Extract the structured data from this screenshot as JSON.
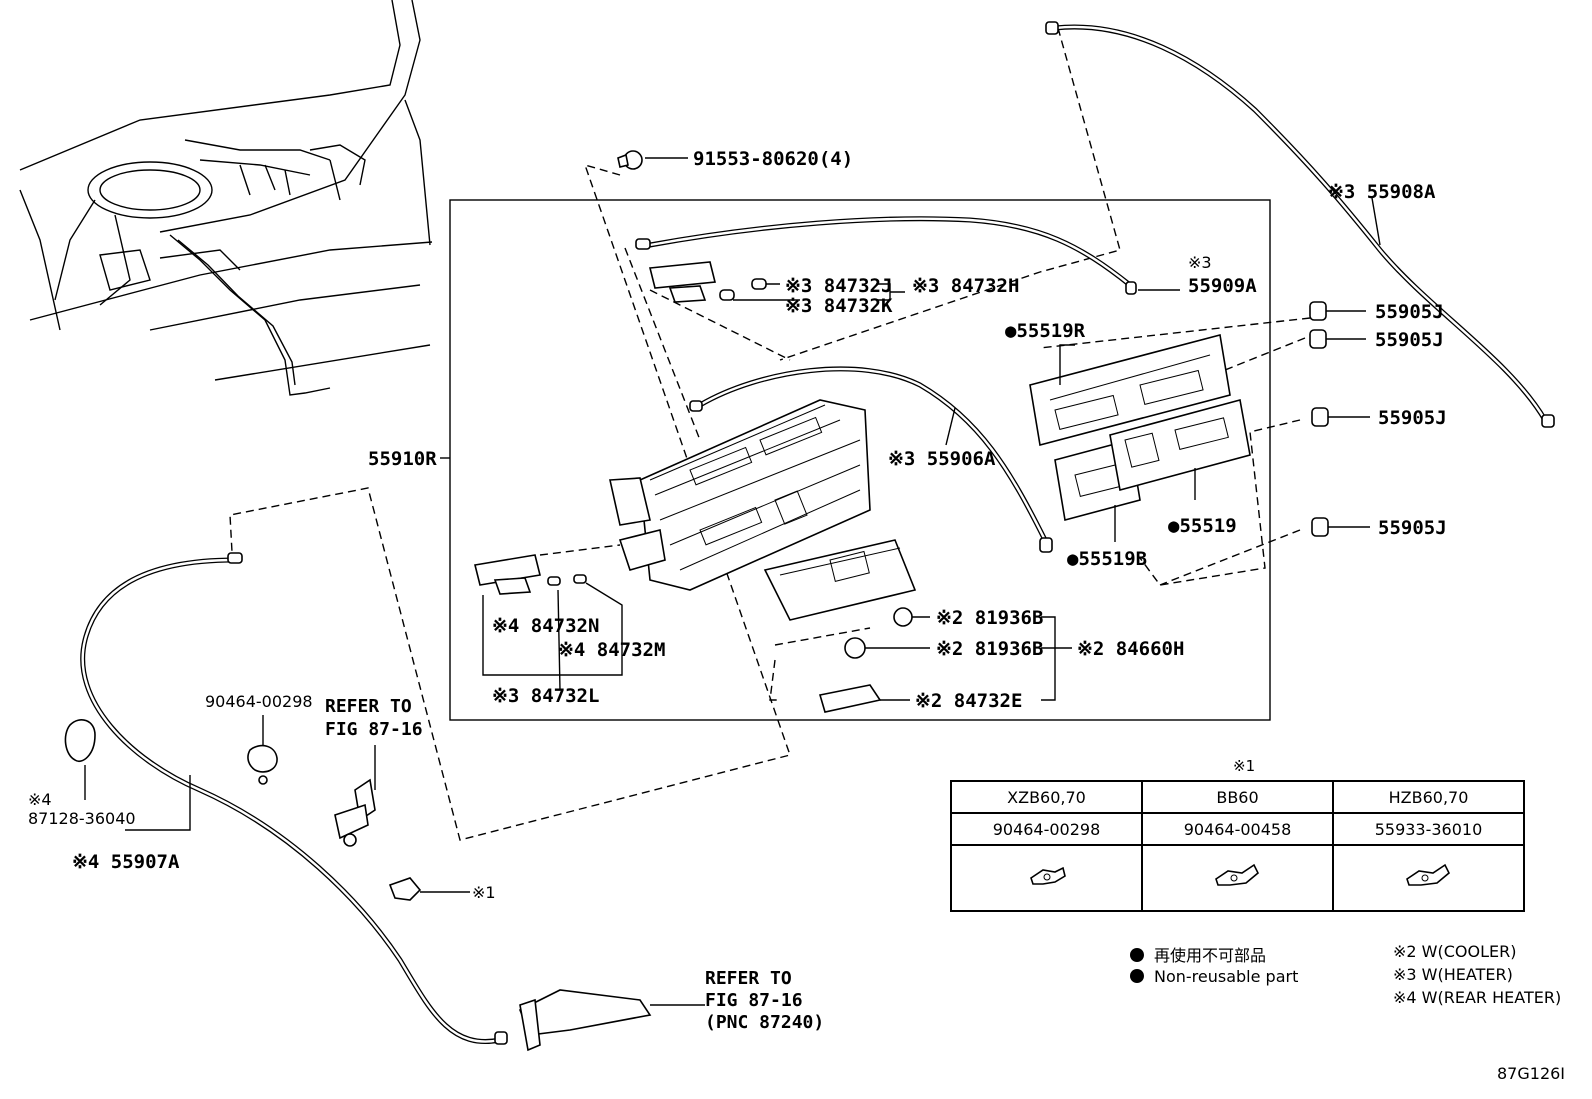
{
  "callouts": {
    "bolt": "91553-80620(4)",
    "cable_top_right": "※3 55908A",
    "mark3_a": "※3",
    "cable_55909A": "55909A",
    "p84732J": "※3 84732J",
    "p84732H": "※3 84732H",
    "p84732K": "※3 84732K",
    "p55519R": "●55519R",
    "p55905J_1": "55905J",
    "p55905J_2": "55905J",
    "p55905J_3": "55905J",
    "p55905J_4": "55905J",
    "p55910R": "55910R",
    "p55906A": "※3 55906A",
    "p55519": "●55519",
    "p55519B": "●55519B",
    "p81936B_1": "※2 81936B",
    "p81936B_2": "※2 81936B",
    "p84660H": "※2 84660H",
    "p84732E": "※2 84732E",
    "p84732N": "※4 84732N",
    "p84732M": "※4 84732M",
    "p84732L": "※3 84732L",
    "p90464_00298": "90464-00298",
    "refer1_line1": "REFER TO",
    "refer1_line2": "FIG 87-16",
    "mark4": "※4",
    "p87128": "87128-36040",
    "p55907A": "※4 55907A",
    "mark1_clip": "※1",
    "refer2_line1": "REFER TO",
    "refer2_line2": "FIG 87-16",
    "refer2_line3": "(PNC 87240)"
  },
  "table": {
    "mark": "※1",
    "headers": [
      "XZB60,70",
      "BB60",
      "HZB60,70"
    ],
    "parts": [
      "90464-00298",
      "90464-00458",
      "55933-36010"
    ]
  },
  "legend": {
    "nonreusable_jp": "再使用不可部品",
    "nonreusable_en": "Non-reusable part",
    "note2": "※2 W(COOLER)",
    "note3": "※3 W(HEATER)",
    "note4": "※4 W(REAR HEATER)"
  },
  "figure_code": "87G126I"
}
